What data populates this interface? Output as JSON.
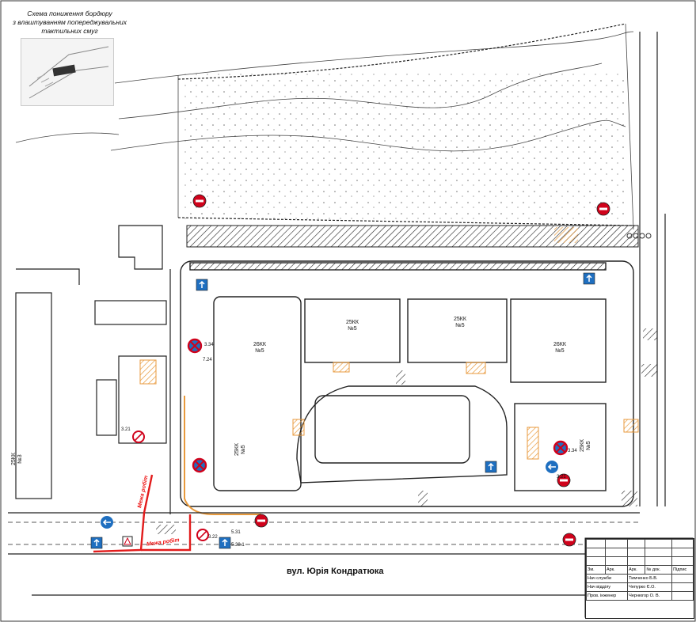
{
  "header": {
    "title_line1": "Схема пониження бордюру",
    "title_line2": "з влаштуванням попереджувальних",
    "title_line3": "тактильних смуг"
  },
  "street": {
    "name": "вул. Юрія Кондратюка"
  },
  "buildings": [
    {
      "id": "b1",
      "label": "26КК",
      "num": "№5"
    },
    {
      "id": "b2",
      "label": "25КК",
      "num": "№5"
    },
    {
      "id": "b3",
      "label": "25КК",
      "num": "№5"
    },
    {
      "id": "b4",
      "label": "26КК",
      "num": "№5"
    },
    {
      "id": "b5",
      "label": "25КК",
      "num": "№5"
    },
    {
      "id": "b6",
      "label": "25КК",
      "num": "№5"
    },
    {
      "id": "b7",
      "label": "25КК",
      "num": "№3"
    }
  ],
  "boundary_labels": [
    "Межа робіт",
    "Межа робіт"
  ],
  "sign_codes": [
    "3.34",
    "7.24",
    "3.21",
    "3.22",
    "5.31",
    "5.38.1",
    "3.34",
    "3.21"
  ],
  "stamp": {
    "header": [
      "Зм.",
      "Арк.",
      "Арк.",
      "№ док.",
      "Підпис"
    ],
    "rows": [
      {
        "role": "Нач служби",
        "name": "Тимченко Б.В."
      },
      {
        "role": "Нач відділу",
        "name": "Чепурко Є.О."
      },
      {
        "role": "Пров. інженер",
        "name": "Чернюгор О. В."
      }
    ]
  },
  "colors": {
    "line": "#222222",
    "boundary": "#e21b1b",
    "sign_blue": "#1f6fc0",
    "sign_red": "#d0021b",
    "hatch_orange": "#e89a3c"
  }
}
